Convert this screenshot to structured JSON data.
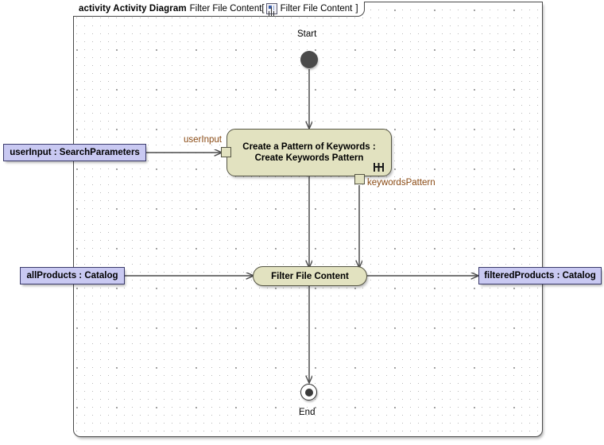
{
  "frame": {
    "keyword": "activity Activity Diagram",
    "name": "Filter File Content",
    "bracket_open": "[",
    "icon": "activity-diagram-icon",
    "tab_name": "Filter File Content",
    "bracket_close": "]"
  },
  "nodes": {
    "start": {
      "label": "Start",
      "type": "initial-node"
    },
    "end": {
      "label": "End",
      "type": "final-node"
    },
    "create_pattern": {
      "line1": "Create a Pattern of Keywords :",
      "line2": "Create Keywords Pattern",
      "type": "call-behavior-action",
      "rake": "rake-icon"
    },
    "filter": {
      "label": "Filter File Content",
      "type": "action"
    }
  },
  "pins": [
    {
      "name": "userInput",
      "label": "userInput",
      "attached_to": "create_pattern",
      "side": "input"
    },
    {
      "name": "keywordsPattern",
      "label": "keywordsPattern",
      "attached_to": "create_pattern",
      "side": "output"
    }
  ],
  "parameters": [
    {
      "name": "userInput",
      "label": "userInput : SearchParameters",
      "type": "activity-parameter-node"
    },
    {
      "name": "allProducts",
      "label": "allProducts : Catalog",
      "type": "activity-parameter-node"
    },
    {
      "name": "filteredProducts",
      "label": "filteredProducts : Catalog",
      "type": "activity-parameter-node"
    }
  ],
  "colors": {
    "action_fill": "#e2e2c0",
    "action_border": "#555544",
    "param_fill": "#c9c9f2",
    "param_border": "#3a3a6b",
    "edge": "#4a4a4a",
    "frame_border": "#4a4a4a",
    "pin_label": "#8a4a13",
    "canvas": "#ffffff"
  }
}
